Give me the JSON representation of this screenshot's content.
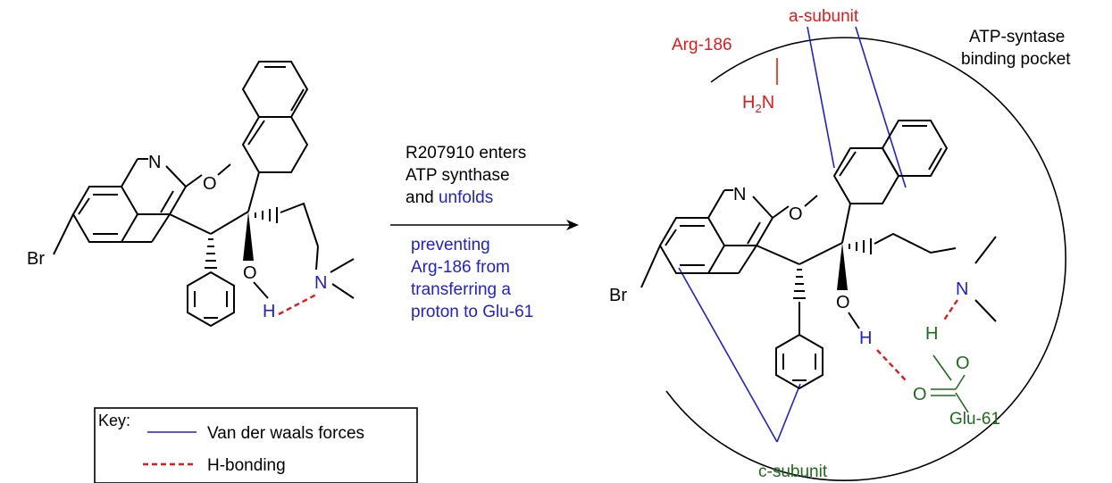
{
  "left_molecule": {
    "atoms": {
      "n": "N",
      "o_methoxy": "O",
      "br": "Br",
      "o_hydroxyl": "O",
      "h": "H",
      "n_amine": "N"
    }
  },
  "arrow": {
    "text_top": [
      "R207910 enters",
      "ATP synthase"
    ],
    "text_top_plain": "and",
    "text_top_colored": "unfolds",
    "text_bottom": [
      "preventing",
      "Arg-186 from",
      "transferring a",
      "proton to Glu-61"
    ]
  },
  "pocket": {
    "title": [
      "ATP-syntase",
      "binding pocket"
    ],
    "a_subunit": "a-subunit",
    "c_subunit": "c-subunit",
    "arg": "Arg-186",
    "arg_h": "H",
    "arg_sub": "2",
    "arg_n": "N",
    "glu": "Glu-61",
    "atoms": {
      "n": "N",
      "o_methoxy": "O",
      "br": "Br",
      "o_hydroxyl": "O",
      "h_hydroxyl": "H",
      "n_amine": "N",
      "glu_h": "H",
      "glu_o_oh": "O",
      "glu_o_co": "O"
    }
  },
  "key": {
    "title": "Key:",
    "vdw": "Van der waals forces",
    "hbond": "H-bonding"
  },
  "colors": {
    "red": "#e41a1a",
    "blue": "#1f1fd6",
    "green": "#1e6b1e",
    "black": "#000000"
  }
}
